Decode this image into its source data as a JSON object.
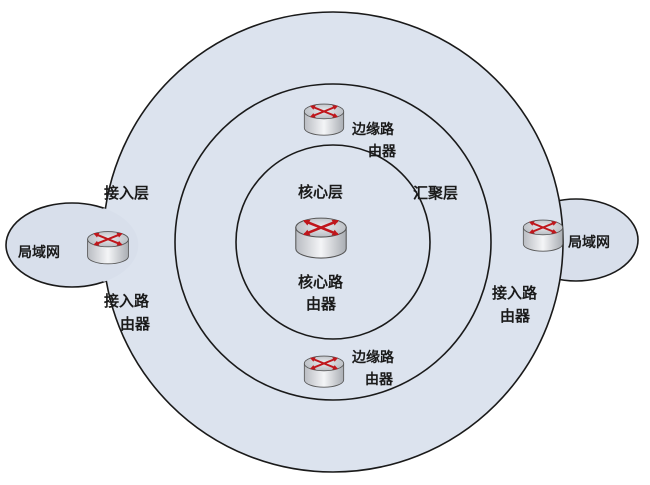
{
  "layers": {
    "access": "接入层",
    "aggregation": "汇聚层",
    "core": "核心层"
  },
  "core_router": {
    "line1": "核心路",
    "line2": "由器"
  },
  "edge_router_top": {
    "line1": "边缘路",
    "line2": "由器"
  },
  "edge_router_bottom": {
    "line1": "边缘路",
    "line2": "由器"
  },
  "access_router_left": {
    "line1": "接入路",
    "line2": "由器"
  },
  "access_router_right": {
    "line1": "接入路",
    "line2": "由器"
  },
  "lan_left": "局域网",
  "lan_right": "局域网",
  "icons": {
    "router": "router-icon"
  },
  "colors": {
    "ring_fill": "#dce3ee",
    "lan_fill": "#d8dfeb",
    "router_body": "#eef0f2",
    "router_top": "#c9ccd1",
    "arrow": "#c0161b"
  }
}
